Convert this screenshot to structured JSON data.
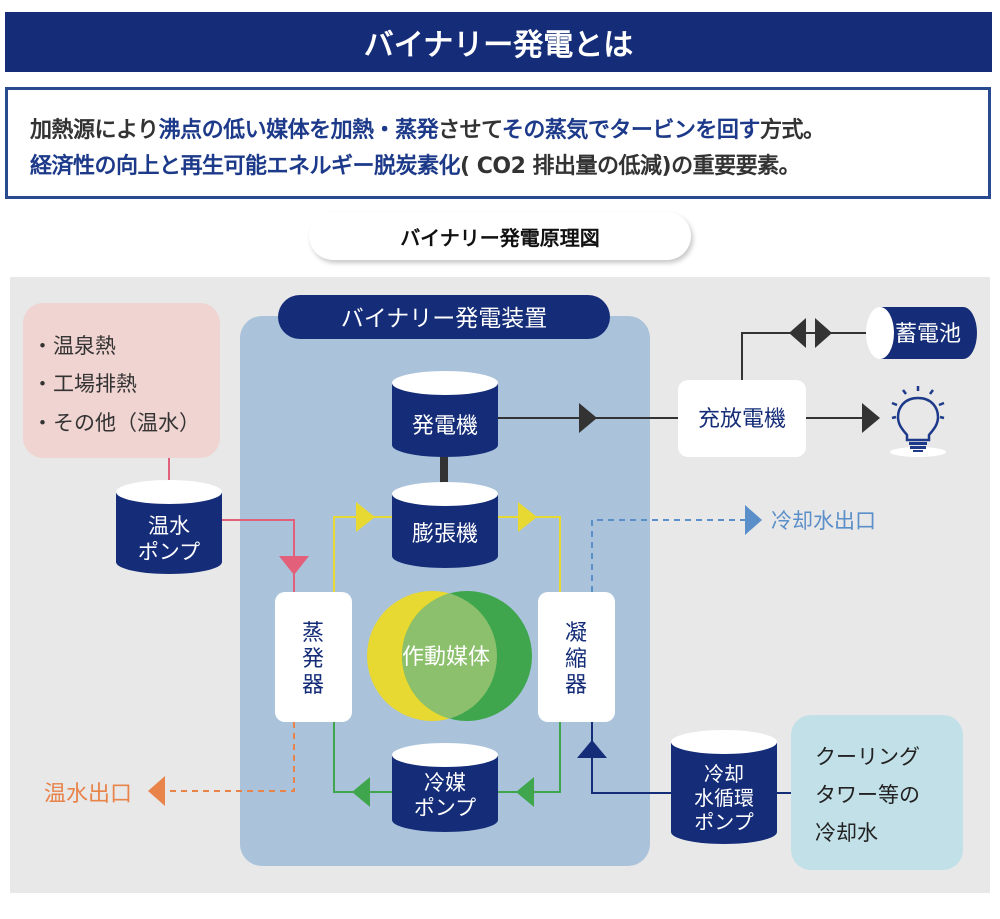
{
  "header": {
    "title": "バイナリー発電とは"
  },
  "summary": {
    "line1": [
      {
        "text": "加熱源により",
        "color": "dark"
      },
      {
        "text": "沸点の低い媒体を加熱・蒸発",
        "color": "blue"
      },
      {
        "text": "させて",
        "color": "dark"
      },
      {
        "text": "その蒸気でタービンを回す",
        "color": "blue"
      },
      {
        "text": "方式。",
        "color": "dark"
      }
    ],
    "line2": [
      {
        "text": "経済性の向上と再生可能エネルギー脱炭素化",
        "color": "blue"
      },
      {
        "text": "( CO2 排出量の低減)の重要要素。",
        "color": "dark"
      }
    ]
  },
  "diagram": {
    "subtitle": "バイナリー発電原理図",
    "device_label": "バイナリー発電装置",
    "heat_sources": [
      "・温泉熱",
      "・工場排熱",
      "・その他（温水）"
    ],
    "hot_water_pump": [
      "温水",
      "ポンプ"
    ],
    "generator": "発電機",
    "expander": "膨張機",
    "evaporator": [
      "蒸",
      "発",
      "器"
    ],
    "condenser": [
      "凝",
      "縮",
      "器"
    ],
    "working_medium": "作動媒体",
    "refrigerant_pump": [
      "冷媒",
      "ポンプ"
    ],
    "charger": "充放電機",
    "battery": "蓄電池",
    "light_icon": "light-bulb-icon",
    "cooling_water_outlet": "冷却水出口",
    "hot_water_outlet": "温水出口",
    "cooling_pump": [
      "冷却",
      "水循環",
      "ポンプ"
    ],
    "cooling_tower": [
      "クーリング",
      "タワー等の",
      "冷却水"
    ]
  },
  "colors": {
    "navy": "#152d78",
    "device_bg": "#aac3db",
    "panel_bg": "#e8e8e8",
    "heat_box": "#f0d4d1",
    "cooling_box": "#c2e0e8",
    "hot_line": "#e2607a",
    "yellow": "#e7d932",
    "green": "#3fa64e",
    "orange": "#e8834a",
    "light_blue": "#5b8fc9",
    "dark_line": "#333333"
  }
}
